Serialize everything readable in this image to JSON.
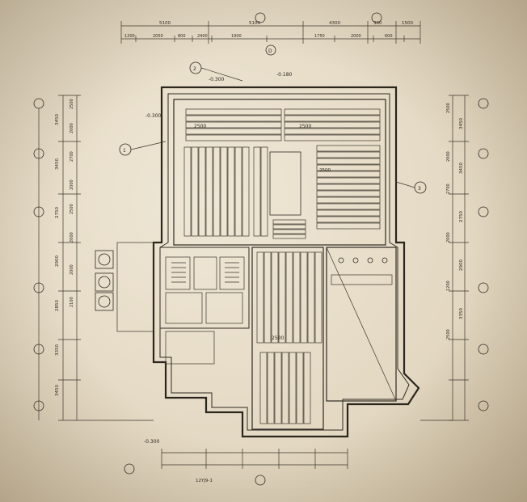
{
  "top_dims_row1": [
    "5100",
    "5100",
    "4300",
    "300",
    "1500"
  ],
  "top_dims_row2": [
    "1200",
    "2050",
    "800",
    "2400",
    "1900",
    "1750",
    "2000",
    "600"
  ],
  "side_dims_left": [
    "3450",
    "3450",
    "2750",
    "2900",
    "2850",
    "3350",
    "3450"
  ],
  "side_dims_left_inner": [
    "2500",
    "2000",
    "2700",
    "2000",
    "2500",
    "2000",
    "2000",
    "2100"
  ],
  "side_dims_right": [
    "3450",
    "3450",
    "2750",
    "2900",
    "3350"
  ],
  "side_dims_right_inner": [
    "2500",
    "2000",
    "2700",
    "2000",
    "1200",
    "2500"
  ],
  "level_labels": {
    "top_left": "-0.300",
    "top_mid": "-0.300",
    "top_right": "-0.180",
    "bottom_left": "-0.300"
  },
  "room_labels": {
    "rack_a": "2500",
    "rack_b": "2500",
    "rack_c": "2500",
    "rack_d": "2500"
  },
  "callouts": {
    "c1": "1",
    "c2": "2",
    "c3": "3",
    "c4": "D"
  },
  "bottom_note": "12YJ9-1"
}
